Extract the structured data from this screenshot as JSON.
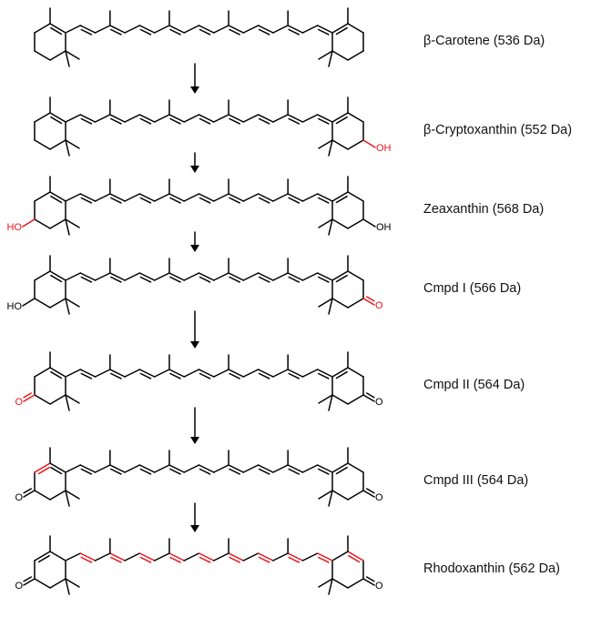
{
  "colors": {
    "bond": "#000000",
    "highlight": "#e8151b",
    "label": "#111111",
    "arrow": "#000000"
  },
  "compounds": [
    {
      "name": "β-Carotene (536 Da)",
      "left_ring": {
        "type": "plain",
        "group": "",
        "group_red": false,
        "ring_red": false
      },
      "right_ring": {
        "type": "plain",
        "group": "",
        "group_red": false,
        "ring_red": false
      },
      "chain_red": false
    },
    {
      "name": "β-Cryptoxanthin (552 Da)",
      "left_ring": {
        "type": "plain",
        "group": "",
        "group_red": false,
        "ring_red": false
      },
      "right_ring": {
        "type": "oh",
        "group": "OH",
        "group_red": true,
        "ring_red": false
      },
      "chain_red": false
    },
    {
      "name": "Zeaxanthin (568 Da)",
      "left_ring": {
        "type": "oh",
        "group": "HO",
        "group_red": true,
        "ring_red": false
      },
      "right_ring": {
        "type": "oh",
        "group": "OH",
        "group_red": false,
        "ring_red": false
      },
      "chain_red": false
    },
    {
      "name": "Cmpd I (566 Da)",
      "left_ring": {
        "type": "oh",
        "group": "HO",
        "group_red": false,
        "ring_red": false
      },
      "right_ring": {
        "type": "keto",
        "group": "O",
        "group_red": true,
        "ring_red": false
      },
      "chain_red": false
    },
    {
      "name": "Cmpd II (564 Da)",
      "left_ring": {
        "type": "keto",
        "group": "O",
        "group_red": true,
        "ring_red": false
      },
      "right_ring": {
        "type": "keto",
        "group": "O",
        "group_red": false,
        "ring_red": false
      },
      "chain_red": false
    },
    {
      "name": "Cmpd III (564 Da)",
      "left_ring": {
        "type": "enone",
        "group": "O",
        "group_red": false,
        "ring_red": true
      },
      "right_ring": {
        "type": "keto",
        "group": "O",
        "group_red": false,
        "ring_red": false
      },
      "chain_red": false
    },
    {
      "name": "Rhodoxanthin (562 Da)",
      "left_ring": {
        "type": "retro-enone",
        "group": "O",
        "group_red": false,
        "ring_red": false
      },
      "right_ring": {
        "type": "retro-enone",
        "group": "O",
        "group_red": false,
        "ring_red": true
      },
      "chain_red": true
    }
  ]
}
